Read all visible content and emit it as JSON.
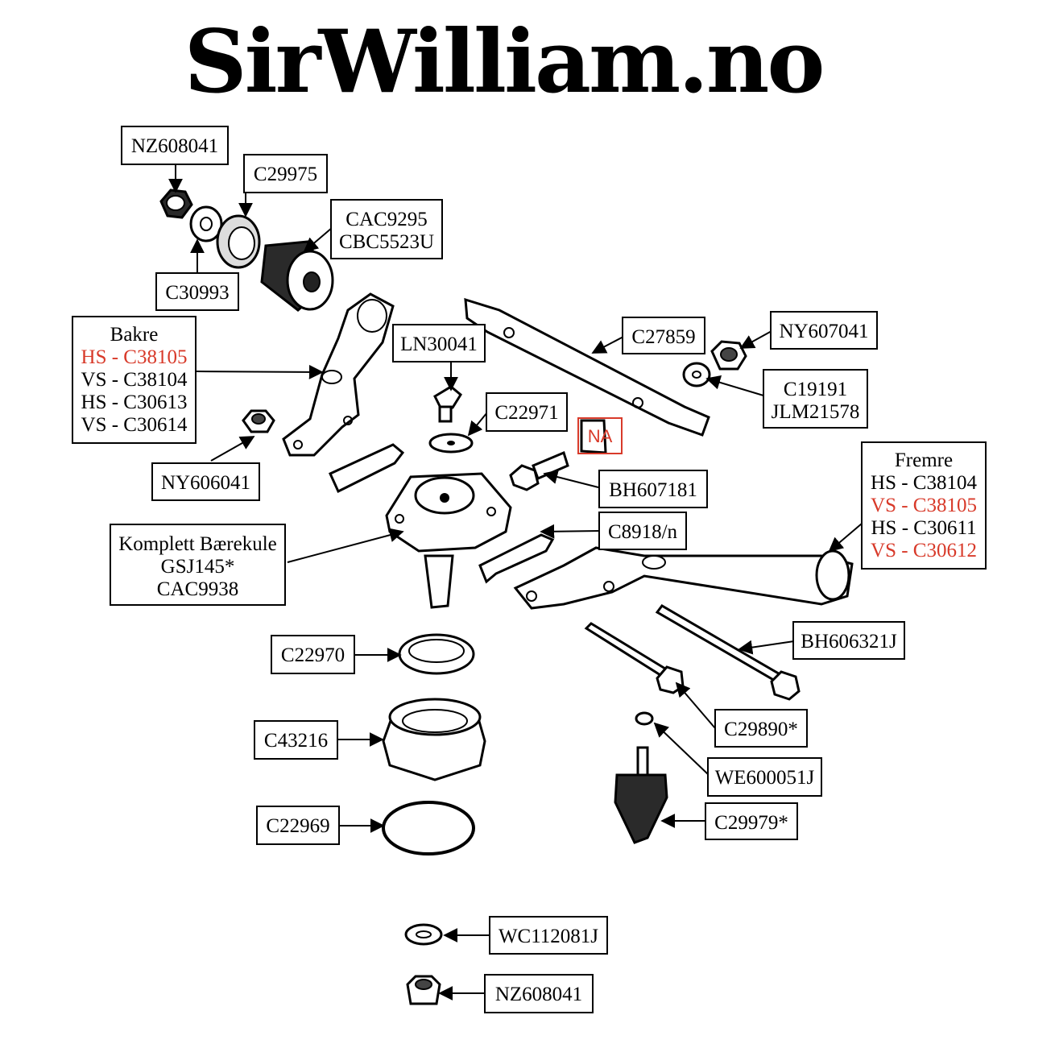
{
  "header": {
    "title": "SirWilliam.no"
  },
  "labels": {
    "nz608041_top": "NZ608041",
    "c29975": "C29975",
    "cac9295": [
      "CAC9295",
      "CBC5523U"
    ],
    "c30993": "C30993",
    "bakre": {
      "title": "Bakre",
      "lines": [
        "HS - C38105",
        "VS - C38104",
        "HS - C30613",
        "VS - C30614"
      ],
      "red": [
        true,
        false,
        false,
        false
      ]
    },
    "ln30041": "LN30041",
    "c27859": "C27859",
    "ny607041": "NY607041",
    "c19191": [
      "C19191",
      "JLM21578"
    ],
    "c22971": "C22971",
    "na": "NA",
    "ny606041": "NY606041",
    "bh607181": "BH607181",
    "fremre": {
      "title": "Fremre",
      "lines": [
        "HS - C38104",
        "VS - C38105",
        "HS - C30611",
        "VS - C30612"
      ],
      "red": [
        false,
        true,
        false,
        true
      ]
    },
    "c8918": "C8918/n",
    "komplett": [
      "Komplett Bærekule",
      "GSJ145*",
      "CAC9938"
    ],
    "c22970": "C22970",
    "bh606321j": "BH606321J",
    "c43216": "C43216",
    "c29890": "C29890*",
    "we600051j": "WE600051J",
    "c22969": "C22969",
    "c29979": "C29979*",
    "wc112081j": "WC112081J",
    "nz608041_bottom": "NZ608041"
  },
  "colors": {
    "accent_red": "#d83a2a",
    "line": "#000000",
    "background": "#ffffff"
  }
}
